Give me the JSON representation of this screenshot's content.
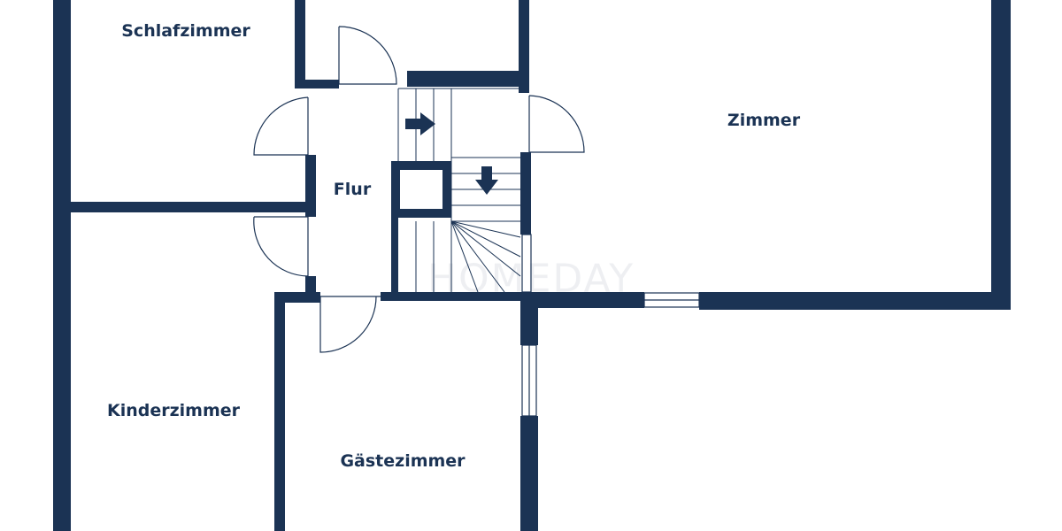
{
  "floorplan": {
    "wall_color": "#1b3354",
    "line_color": "#1b3354",
    "background": "#ffffff",
    "rooms": {
      "schlafzimmer": "Schlafzimmer",
      "flur": "Flur",
      "zimmer": "Zimmer",
      "kinderzimmer": "Kinderzimmer",
      "gaestezimmer": "Gästezimmer"
    },
    "watermark": "HOMEDAY",
    "icons": [
      "stair-arrow-right-icon",
      "stair-arrow-down-icon"
    ]
  }
}
